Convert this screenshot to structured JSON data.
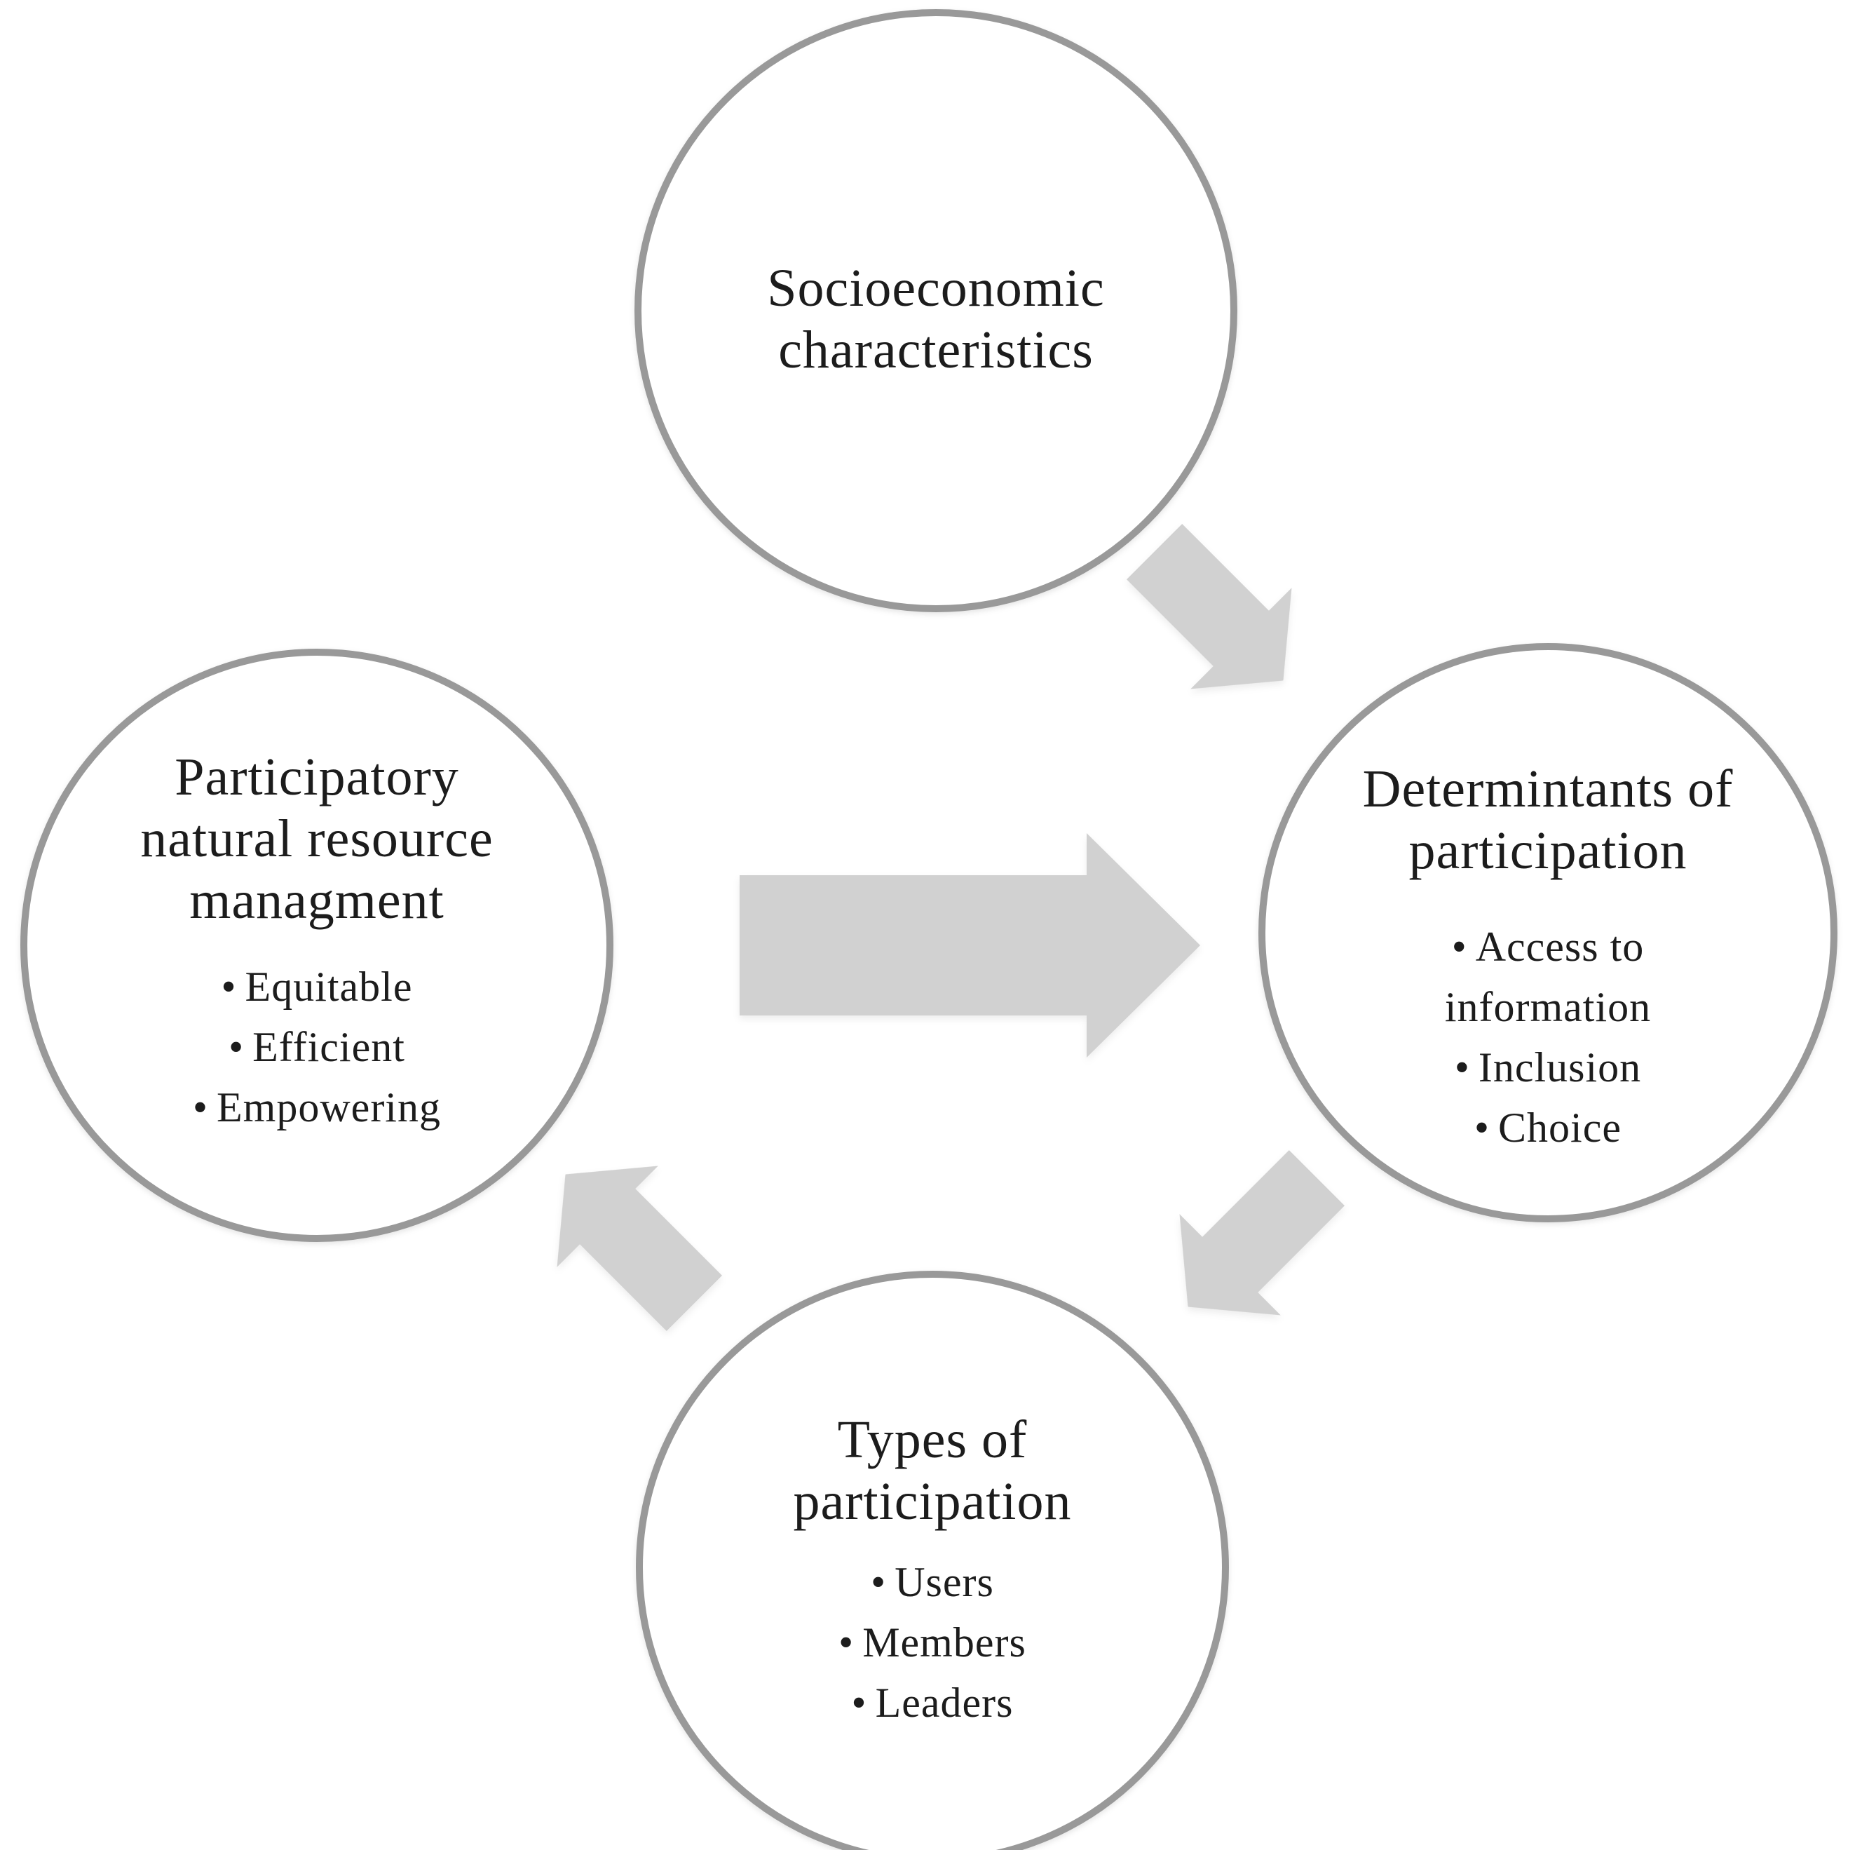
{
  "figure": {
    "background_color": "#ffffff",
    "bullet_char": "•",
    "styles": {
      "circle_stroke_color": "#999999",
      "arrow_fill_color": "#d1d1d1",
      "text_color": "#1c1c1c"
    },
    "nodes": {
      "top": {
        "title_lines": [
          "Socioeconomic",
          "characteristics"
        ],
        "bullets": []
      },
      "right": {
        "title_lines": [
          "Determintants of",
          "participation"
        ],
        "bullets": [
          "Access to information",
          "Inclusion",
          "Choice"
        ]
      },
      "bottom": {
        "title_lines": [
          "Types of",
          "participation"
        ],
        "bullets": [
          "Users",
          "Members",
          "Leaders"
        ]
      },
      "left": {
        "title_lines": [
          "Participatory",
          "natural resource",
          "managment"
        ],
        "bullets": [
          "Equitable",
          "Efficient",
          "Empowering"
        ]
      }
    },
    "arrows": [
      {
        "id": "arrow-top-to-right",
        "direction": "down-right"
      },
      {
        "id": "arrow-left-to-right",
        "direction": "right"
      },
      {
        "id": "arrow-right-to-bottom",
        "direction": "down-left"
      },
      {
        "id": "arrow-bottom-to-left",
        "direction": "up-left"
      }
    ]
  }
}
